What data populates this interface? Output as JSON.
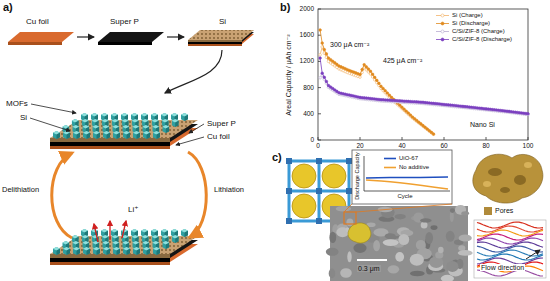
{
  "diagram": {
    "labels": [
      "a)",
      "Cu foil",
      "Super P",
      "Si",
      "MOFs",
      "Si",
      "Super P",
      "Cu foil",
      "Delithiation",
      "Lithiation",
      "Li⁺",
      "b)",
      "Areal Capacity / μAh cm⁻²",
      "0",
      "400",
      "800",
      "1200",
      "1600",
      "2000",
      "0",
      "20",
      "40",
      "60",
      "80",
      "100",
      "300 μA cm⁻²",
      "425 μA cm⁻²",
      "Nano Si",
      "c)",
      "Discharge Capacity",
      "Cycle",
      "Flow direction",
      "0.3 μm"
    ],
    "legend": [
      {
        "text": "Si (Charge)"
      },
      {
        "text": "Si (Discharge)"
      },
      {
        "text": "C/Si/ZIF-8 (Charge)"
      },
      {
        "text": "C/Si/ZIF-8 (Discharge)"
      },
      {
        "text": "UiO-67"
      },
      {
        "text": "No additive"
      },
      {
        "text": "Pores",
        "color": "#b08a3a"
      }
    ]
  }
}
